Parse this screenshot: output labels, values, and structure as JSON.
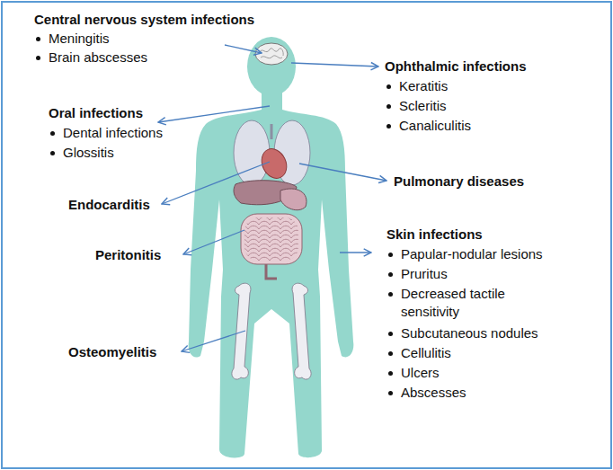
{
  "diagram": {
    "labels": [
      "Central nervous system infections",
      "Meningitis",
      "Brain abscesses",
      "Ophthalmic infections",
      "Keratitis",
      "Scleritis",
      "Canaliculitis",
      "Oral infections",
      "Dental infections",
      "Glossitis",
      "Pulmonary diseases",
      "Endocarditis",
      "Peritonitis",
      "Skin infections",
      "Papular-nodular lesions",
      "Pruritus",
      "Decreased tactile sensitivity",
      "Subcutaneous nodules",
      "Cellulitis",
      "Ulcers",
      "Abscesses",
      "Osteomyelitis"
    ]
  }
}
